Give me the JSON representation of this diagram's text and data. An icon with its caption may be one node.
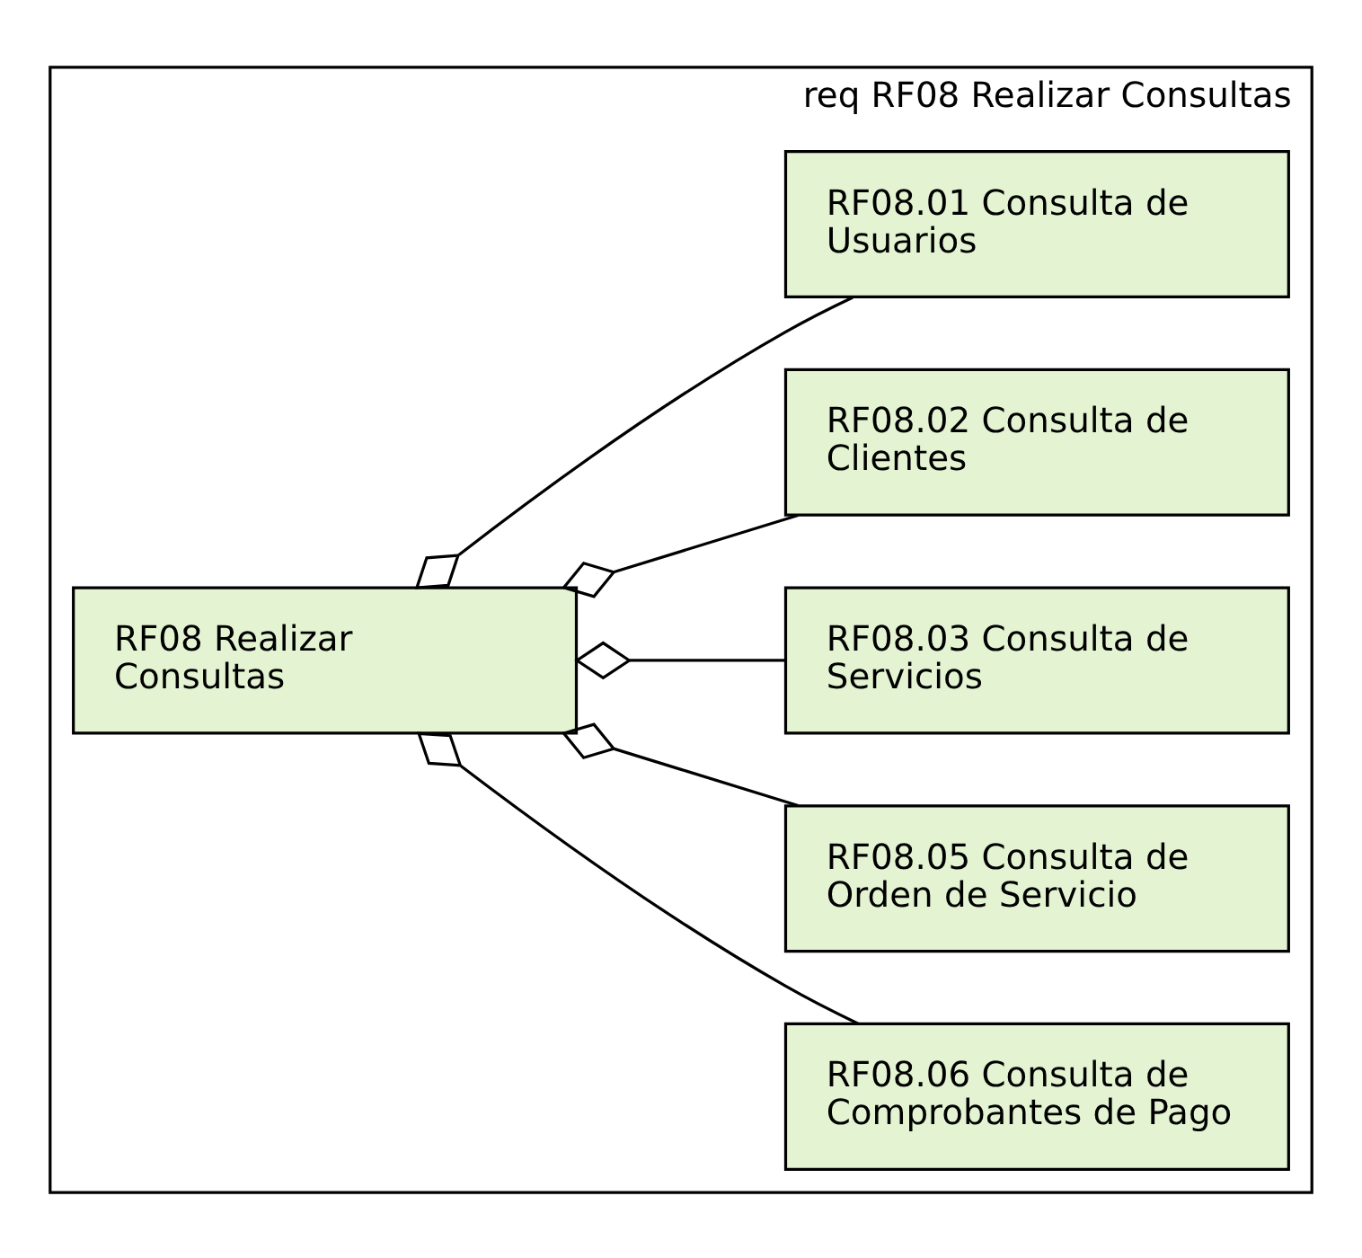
{
  "diagram": {
    "nodes": [
      {
        "text": [
          "req RF08 Realizar Consultas"
        ]
      },
      {
        "text": [
          "RF08 Realizar Consultas"
        ],
        "in": 0
      },
      {
        "text": [
          "RF08.01 Consulta de Usuarios"
        ],
        "in": 0
      },
      {
        "text": [
          "RF08.02 Consulta de Clientes"
        ],
        "in": 0
      },
      {
        "text": [
          "RF08.03 Consulta de Servicios"
        ],
        "in": 0
      },
      {
        "text": [
          "RF08.05 Consulta de Orden de Servicio"
        ],
        "in": 0
      },
      {
        "text": [
          "RF08.06 Consulta de Comprobantes de Pago"
        ],
        "in": 0
      }
    ],
    "edges": [
      {
        "from": 2,
        "to": 1,
        "arrow": "other"
      },
      {
        "from": 3,
        "to": 1,
        "arrow": "other"
      },
      {
        "from": 4,
        "to": 1,
        "arrow": "other"
      },
      {
        "from": 5,
        "to": 1,
        "arrow": "other"
      },
      {
        "from": 6,
        "to": 1,
        "arrow": "other"
      }
    ]
  }
}
